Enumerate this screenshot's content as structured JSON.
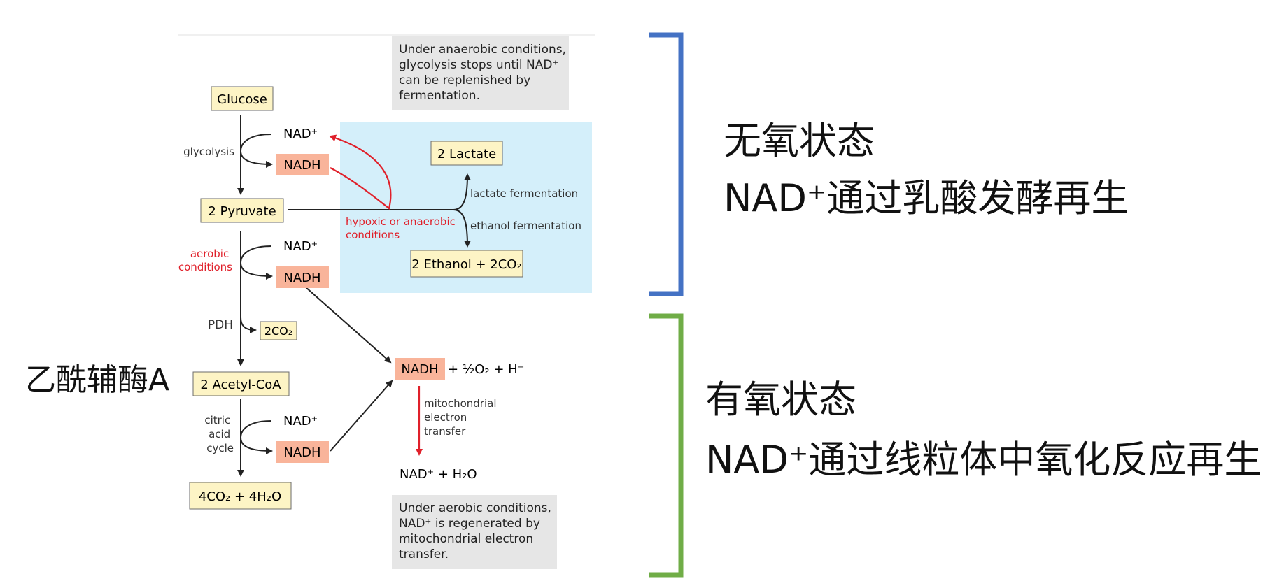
{
  "note_top": {
    "lines": [
      "Under anaerobic conditions,",
      "glycolysis stops until NAD⁺",
      "can be replenished by",
      "fermentation."
    ]
  },
  "note_bottom": {
    "lines": [
      "Under aerobic conditions,",
      "NAD⁺ is regenerated by",
      "mitochondrial electron",
      "transfer."
    ]
  },
  "compounds": {
    "glucose": "Glucose",
    "pyruvate": "2 Pyruvate",
    "acetyl_coa": "2 Acetyl-CoA",
    "end_products": "4CO₂ + 4H₂O",
    "lactate": "2 Lactate",
    "ethanol": "2 Ethanol + 2CO₂",
    "co2": "2CO₂",
    "nadh_o2": "+ ½O₂ + H⁺",
    "nad_h2o": "NAD⁺ + H₂O"
  },
  "cofactors": {
    "nad_plus": "NAD⁺",
    "nadh": "NADH"
  },
  "process_labels": {
    "glycolysis": "glycolysis",
    "aerobic": [
      "aerobic",
      "conditions"
    ],
    "pdh": "PDH",
    "citric": [
      "citric",
      "acid",
      "cycle"
    ],
    "hypoxic": [
      "hypoxic or anaerobic",
      "conditions"
    ],
    "lactate_fermentation": "lactate fermentation",
    "ethanol_fermentation": "ethanol fermentation",
    "mito": [
      "mitochondrial",
      "electron",
      "transfer"
    ]
  },
  "annotations": {
    "acetyl_cn": "乙酰辅酶A",
    "anaerobic_title": "无氧状态",
    "anaerobic_detail": "NAD⁺通过乳酸发酵再生",
    "aerobic_title": "有氧状态",
    "aerobic_detail": "NAD⁺通过线粒体中氧化反应再生"
  },
  "colors": {
    "compound_fill": "#fdf4c5",
    "nadh_fill": "#f9b49a",
    "note_fill": "#e6e6e6",
    "anaerobic_panel": "#d4effa",
    "red_text": "#e0202a",
    "bracket_blue": "#4472c4",
    "bracket_green": "#70ad47"
  }
}
